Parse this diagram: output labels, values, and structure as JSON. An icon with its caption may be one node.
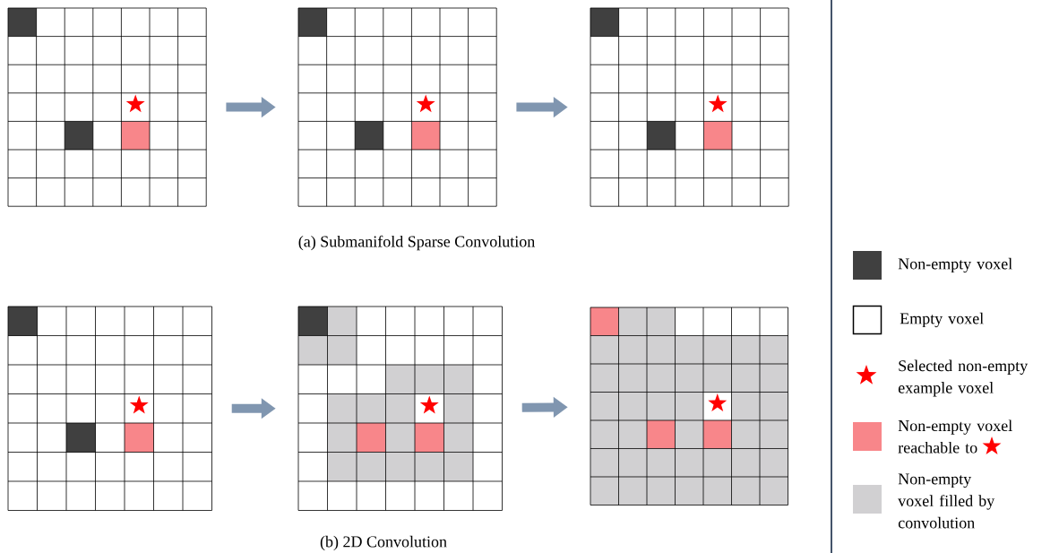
{
  "diagram": {
    "nodes": [
      {
        "text": [],
        "shape": "grid"
      },
      {
        "text": [],
        "shape": "grid"
      },
      {
        "text": [],
        "shape": "grid"
      },
      {
        "text": [],
        "shape": "grid"
      },
      {
        "text": [],
        "shape": "grid"
      },
      {
        "text": [],
        "shape": "grid"
      }
    ],
    "edges": [
      {
        "from": 0,
        "to": 1,
        "arrow": "to"
      },
      {
        "from": 1,
        "to": 2,
        "arrow": "to"
      },
      {
        "from": 3,
        "to": 4,
        "arrow": "to"
      },
      {
        "from": 4,
        "to": 5,
        "arrow": "to"
      }
    ],
    "labels": [
      "(a) Submanifold Sparse Convolution",
      "(b) 2D Convolution"
    ],
    "legend": [
      {
        "text": "Non-empty voxel",
        "color": "#404040"
      },
      {
        "text": "Empty voxel"
      },
      {
        "text": "Selected non-empty example voxel"
      },
      {
        "text": "Non-empty voxel reachable to",
        "color": "#f8868a"
      },
      {
        "text": "Non-empty voxel filled by convolution",
        "color": "#d1d0d2"
      }
    ]
  }
}
